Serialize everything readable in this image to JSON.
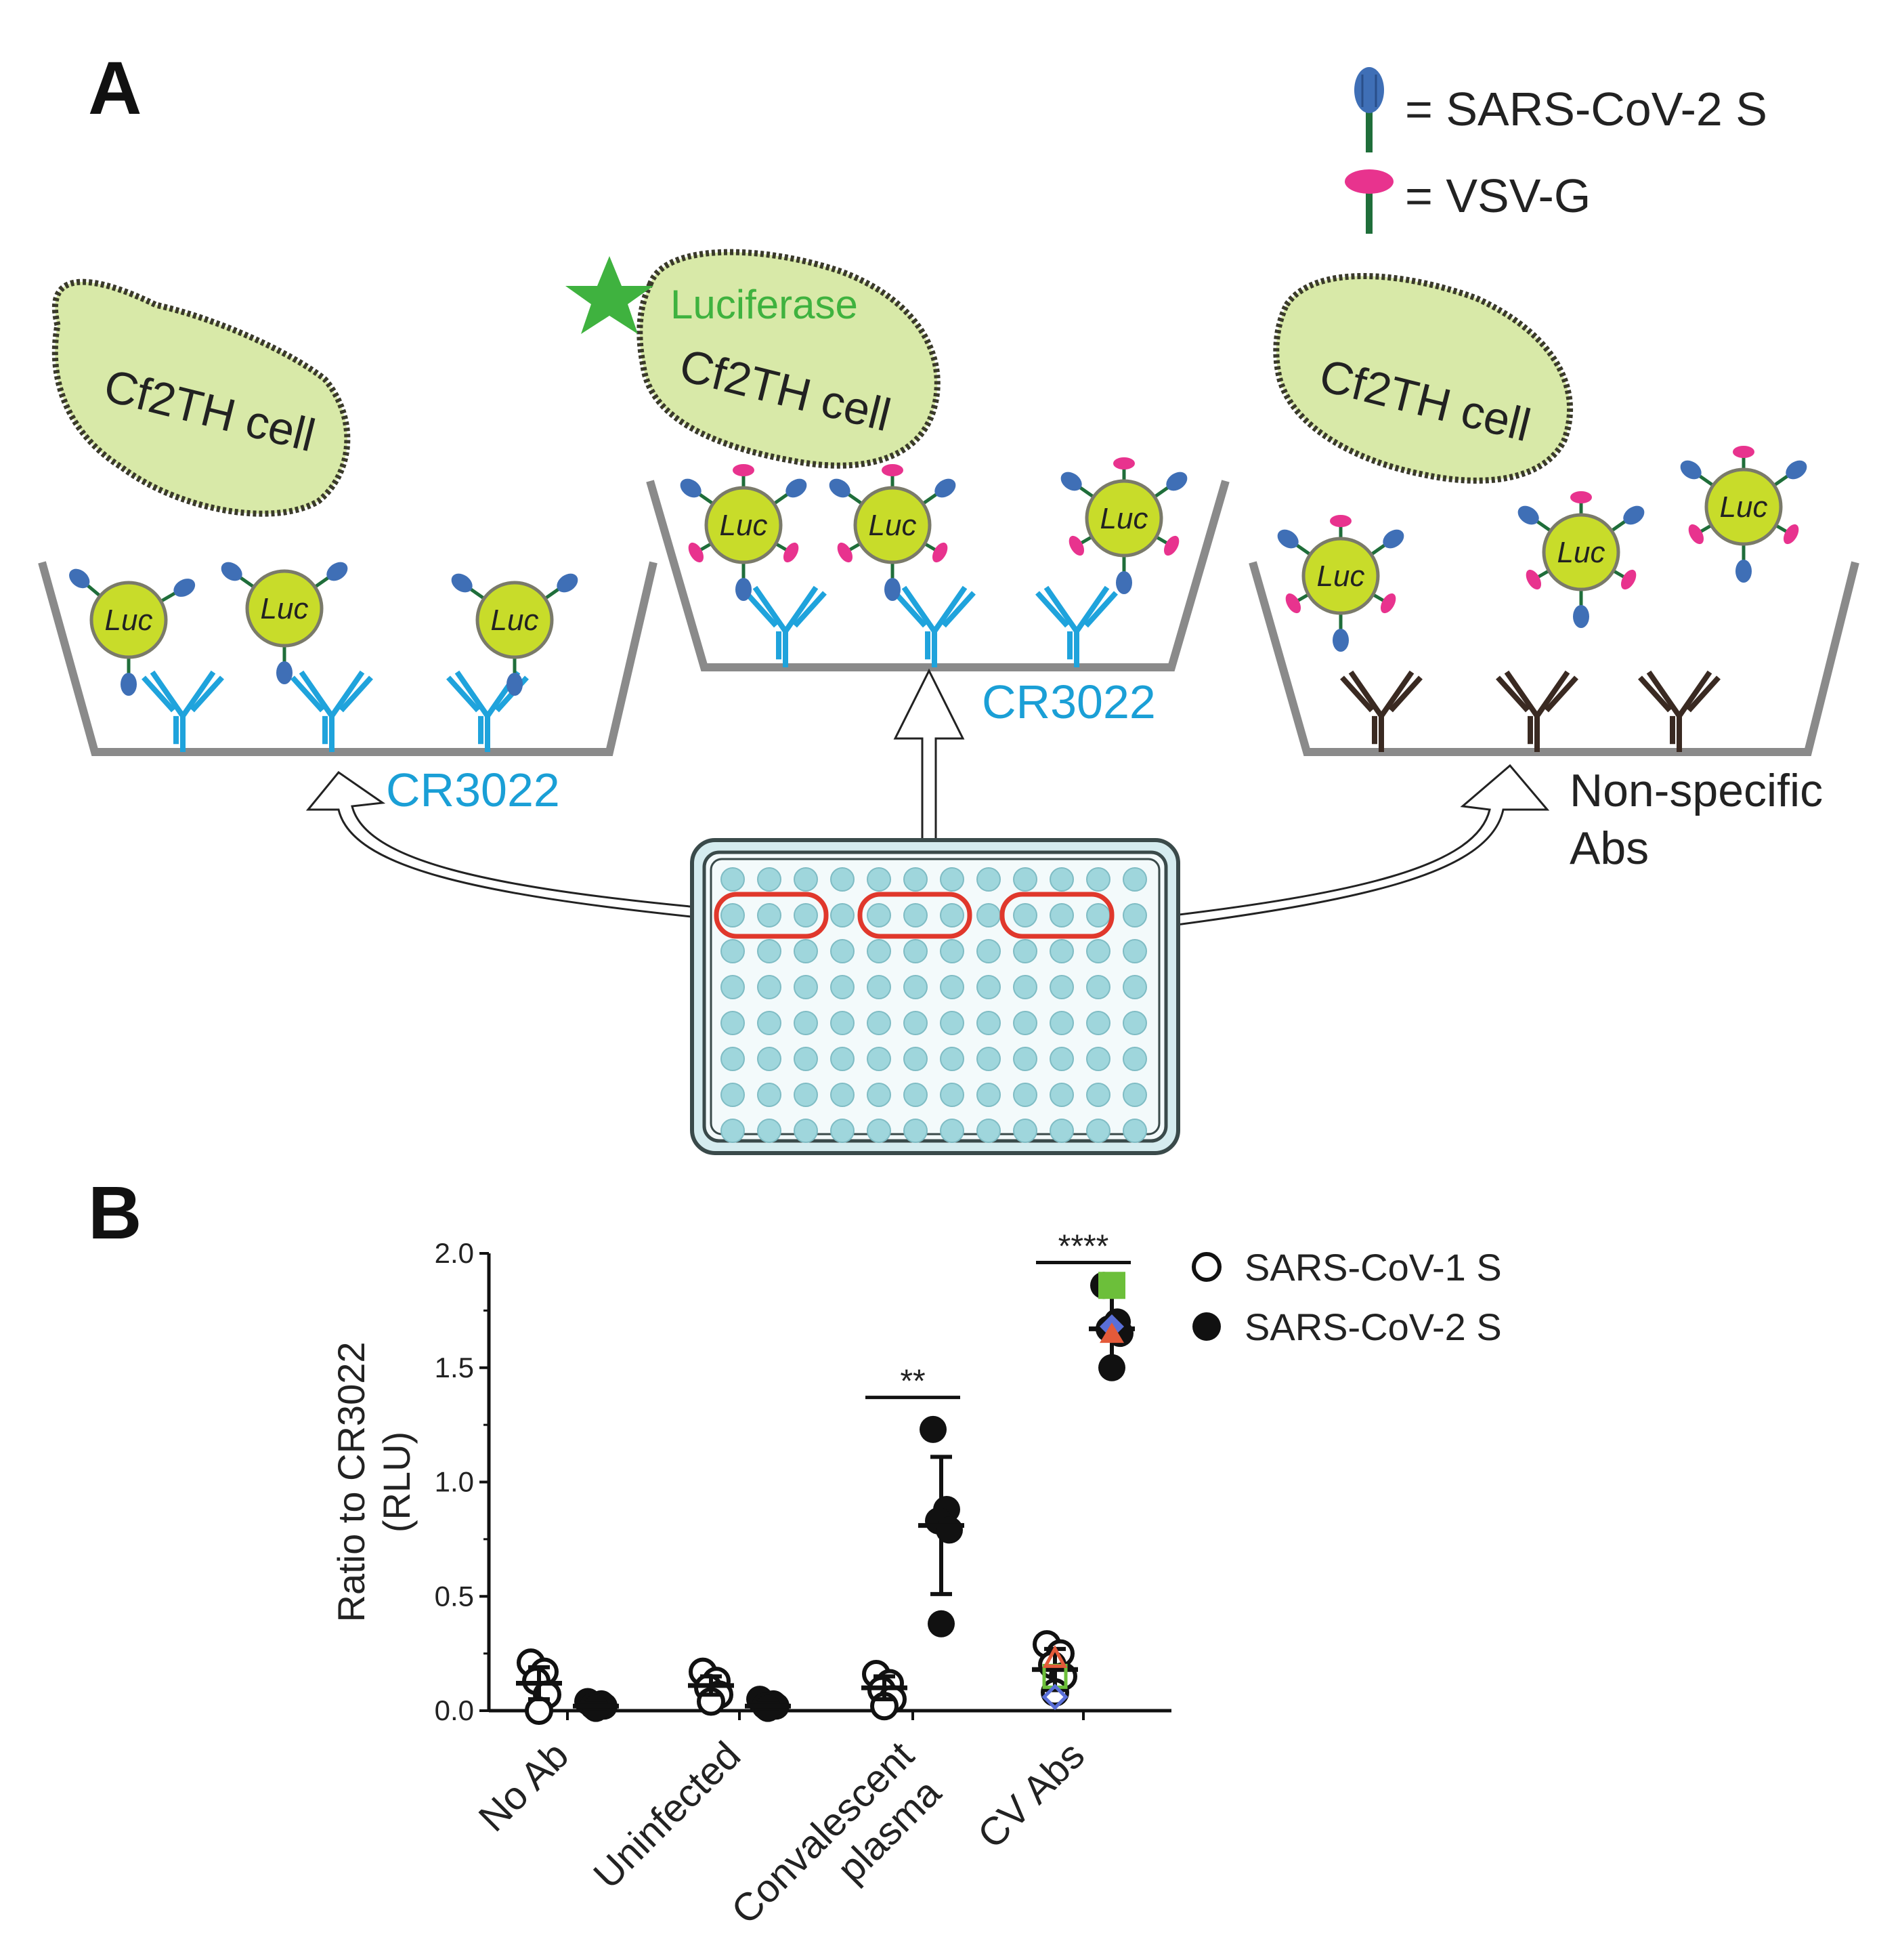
{
  "panelA": {
    "letter": "A",
    "legend": {
      "s_label": "= SARS-CoV-2 S",
      "g_label": "= VSV-G",
      "s_icon": "spike-protein-icon",
      "g_icon": "vsv-g-protein-icon"
    },
    "cell_label": "Cf2TH cell",
    "luc_label": "Luc",
    "luciferase_label": "Luciferase",
    "cr3022_label": "CR3022",
    "nonspecific_label_line1": "Non-specific",
    "nonspecific_label_line2": "Abs",
    "colors": {
      "antibody_blue": "#1fa3dc",
      "antibody_brown": "#3a2a22",
      "cell_fill": "#d8e9a8",
      "virion_fill": "#c8dc2a",
      "spike_blue": "#3f6fb6",
      "vsvg_pink": "#e8338e",
      "stem_green": "#1f6e3a",
      "plate_well": "#9fd6dc",
      "plate_highlight": "#e0382c",
      "star_green": "#3fb23f"
    }
  },
  "panelB": {
    "letter": "B",
    "legend": [
      {
        "label": "SARS-CoV-1 S",
        "marker": "open-circle"
      },
      {
        "label": "SARS-CoV-2 S",
        "marker": "filled-circle"
      }
    ]
  },
  "chart_data": {
    "type": "scatter",
    "xlabel": "",
    "ylabel_line1": "Ratio to CR3022",
    "ylabel_line2": "(RLU)",
    "ylim": [
      0,
      2.0
    ],
    "yticks": [
      "0.0",
      "0.5",
      "1.0",
      "1.5",
      "2.0"
    ],
    "categories": [
      "No Ab",
      "Uninfected",
      "Convalescent plasma",
      "CV Abs"
    ],
    "category_lines": [
      [
        "No Ab"
      ],
      [
        "Uninfected"
      ],
      [
        "Convalescent",
        "plasma"
      ],
      [
        "CV Abs"
      ]
    ],
    "series": [
      {
        "name": "SARS-CoV-1 S",
        "marker": "open-circle",
        "points": [
          [
            0,
            0.21
          ],
          [
            0,
            0.17
          ],
          [
            0,
            0.13
          ],
          [
            0,
            0.07
          ],
          [
            0,
            0.0
          ],
          [
            1,
            0.17
          ],
          [
            1,
            0.13
          ],
          [
            1,
            0.1
          ],
          [
            1,
            0.07
          ],
          [
            1,
            0.04
          ],
          [
            2,
            0.16
          ],
          [
            2,
            0.12
          ],
          [
            2,
            0.09
          ],
          [
            2,
            0.05
          ],
          [
            2,
            0.02
          ],
          [
            3,
            0.29
          ],
          [
            3,
            0.25
          ],
          [
            3,
            0.2
          ],
          [
            3,
            0.15
          ],
          [
            3,
            0.08
          ]
        ],
        "mean": [
          0.12,
          0.11,
          0.1,
          0.18
        ],
        "sd": [
          0.07,
          0.04,
          0.05,
          0.09
        ]
      },
      {
        "name": "SARS-CoV-2 S",
        "marker": "filled-circle",
        "points": [
          [
            0,
            0.04
          ],
          [
            0,
            0.03
          ],
          [
            0,
            0.02
          ],
          [
            0,
            0.02
          ],
          [
            0,
            0.01
          ],
          [
            1,
            0.05
          ],
          [
            1,
            0.03
          ],
          [
            1,
            0.02
          ],
          [
            1,
            0.02
          ],
          [
            1,
            0.01
          ],
          [
            2,
            1.23
          ],
          [
            2,
            0.88
          ],
          [
            2,
            0.83
          ],
          [
            2,
            0.79
          ],
          [
            2,
            0.38
          ],
          [
            3,
            1.86
          ],
          [
            3,
            1.7
          ],
          [
            3,
            1.67
          ],
          [
            3,
            1.65
          ],
          [
            3,
            1.5
          ]
        ],
        "mean": [
          0.02,
          0.02,
          0.81,
          1.67
        ],
        "sd": [
          0.01,
          0.01,
          0.3,
          0.15
        ]
      }
    ],
    "significance": [
      {
        "category": 2,
        "label": "**"
      },
      {
        "category": 3,
        "label": "****"
      }
    ]
  }
}
